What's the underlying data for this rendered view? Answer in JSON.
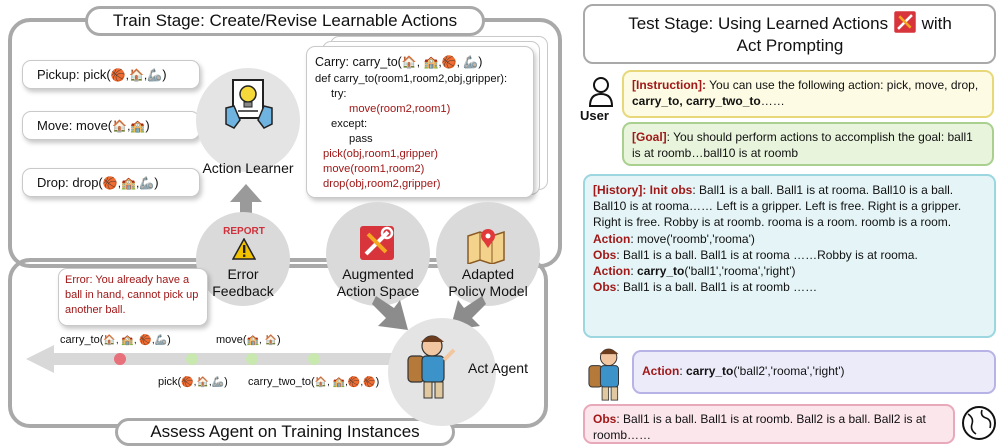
{
  "train": {
    "title": "Train Stage: Create/Revise Learnable Actions",
    "actions": [
      {
        "label": "Pickup: pick(",
        "icons": "🏀,🏠,🦾",
        "close": ")"
      },
      {
        "label": "Move: move(",
        "icons": "🏠,🏫",
        "close": ")"
      },
      {
        "label": "Drop: drop(",
        "icons": "🏀,🏫,🦾",
        "close": ")"
      }
    ],
    "learner_label": "Action Learner",
    "code": {
      "title_prefix": "Carry: carry_to(",
      "title_icons": "🏠, 🏫,🏀, 🦾",
      "title_close": ")",
      "lines": [
        {
          "text": "def carry_to(room1,room2,obj,gripper):",
          "indent": 0,
          "red": false
        },
        {
          "text": "try:",
          "indent": 1,
          "red": false
        },
        {
          "text": "move(room2,room1)",
          "indent": 2,
          "red": true
        },
        {
          "text": "except:",
          "indent": 1,
          "red": false
        },
        {
          "text": "pass",
          "indent": 2,
          "red": false
        },
        {
          "text": "pick(obj,room1,gripper)",
          "indent": 1,
          "red": true
        },
        {
          "text": "move(room1,room2)",
          "indent": 1,
          "red": true
        },
        {
          "text": "drop(obj,room2,gripper)",
          "indent": 1,
          "red": true
        }
      ]
    }
  },
  "nodes": {
    "error": {
      "badge": "REPORT",
      "label1": "Error",
      "label2": "Feedback"
    },
    "augmented": {
      "label1": "Augmented",
      "label2": "Action Space"
    },
    "adapted": {
      "label1": "Adapted",
      "label2": "Policy Model"
    },
    "agent": {
      "label": "Act Agent"
    }
  },
  "assess": {
    "title": "Assess Agent on Training Instances",
    "error_text": "Error: You already have a ball in hand, cannot pick up another ball.",
    "timeline": {
      "carry_to": {
        "label": "carry_to(",
        "icons": "🏠, 🏫, 🏀,🦾",
        "close": ")"
      },
      "move": {
        "label": "move(",
        "icons": "🏫, 🏠",
        "close": ")"
      },
      "pick": {
        "label": "pick(",
        "icons": "🏀,🏠,🦾",
        "close": ")"
      },
      "carry_two_to": {
        "label": "carry_two_to(",
        "icons": "🏠, 🏫,🏀,🏀",
        "close": ")"
      }
    }
  },
  "test": {
    "title_line1": "Test Stage: Using Learned Actions",
    "title_after": "with",
    "title_line2": "Act Prompting",
    "user_label": "User",
    "instruction": {
      "tag": "[Instruction]:",
      "text": " You can use the following action: pick, move, drop, ",
      "bold": "carry_to, carry_two_to",
      "tail": "……"
    },
    "goal": {
      "tag": "[Goal]",
      "text": ": You should perform actions to accomplish the goal: ball1 is at roomb…ball10 is at roomb"
    },
    "history": {
      "tag": "[History]:",
      "init": " Init obs",
      "text": ": Ball1 is a ball.  Ball1 is at rooma.  Ball10 is a ball.  Ball10 is at rooma…… Left is a gripper.  Left is free.  Right is a gripper.  Right is free.  Robby is at roomb. rooma is a room. roomb is a room.",
      "action1_tag": "Action",
      "action1_text": ": move('roomb','rooma')",
      "obs1_tag": "Obs",
      "obs1_text": ": Ball1 is a ball.  Ball1 is at rooma ……Robby is at rooma.",
      "action2_tag": "Action",
      "action2_sep": ": ",
      "action2_bold": "carry_to",
      "action2_text": "('ball1','rooma','right')",
      "obs2_tag": "Obs",
      "obs2_text": ": Ball1 is a ball. Ball1 is at roomb ……"
    },
    "agent_action": {
      "tag": "Action",
      "sep": ": ",
      "bold": "carry_to",
      "text": "('ball2','rooma','right')"
    },
    "final_obs": {
      "tag": "Obs",
      "text": ": Ball1 is a ball. Ball1 is at roomb. Ball2 is a ball. Ball2 is at roomb……"
    }
  },
  "icons": {
    "learner": "lightbulb-document-icon",
    "warning": "warning-icon",
    "tool": "tool-icon",
    "map": "map-icon",
    "agent": "explorer-icon",
    "user": "user-icon",
    "globe": "globe-icon"
  },
  "colors": {
    "frame": "#a9a9a9",
    "red_text": "#a01818",
    "dot_green": "#c8e8b0",
    "dot_red": "#e8707a"
  }
}
